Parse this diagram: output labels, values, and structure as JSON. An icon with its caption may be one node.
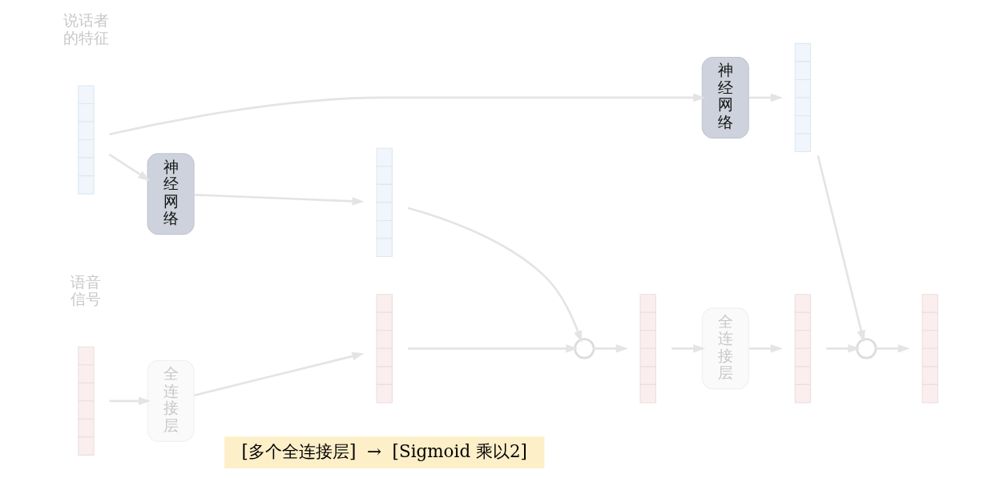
{
  "diagram": {
    "nodes": [
      {
        "text": [],
        "shape": "bar",
        "beside": [
          "语音信号"
        ]
      },
      {
        "text": [
          "全连接层"
        ]
      },
      {
        "text": [],
        "shape": "bar"
      },
      {
        "text": [],
        "shape": "circle"
      },
      {
        "text": [],
        "shape": "bar"
      },
      {
        "text": [
          "全连接层"
        ]
      },
      {
        "text": [],
        "shape": "bar"
      },
      {
        "text": [],
        "shape": "circle"
      },
      {
        "text": [],
        "shape": "bar"
      },
      {
        "text": [
          "[多个全连接层]  →  [Sigmoid 乘以2]"
        ]
      },
      {
        "text": [],
        "shape": "bar",
        "beside": [
          "说话者的特征"
        ]
      },
      {
        "text": [
          "神经网络"
        ]
      },
      {
        "text": [],
        "shape": "bar"
      },
      {
        "text": [
          "神经网络"
        ]
      },
      {
        "text": [],
        "shape": "bar"
      }
    ],
    "edges": [
      {
        "from": 0,
        "to": 1,
        "arrow": "to"
      },
      {
        "from": 1,
        "to": 2,
        "arrow": "to"
      },
      {
        "from": 2,
        "to": 3,
        "arrow": "to"
      },
      {
        "from": 3,
        "to": 4,
        "arrow": "to"
      },
      {
        "from": 4,
        "to": 5,
        "arrow": "to"
      },
      {
        "from": 5,
        "to": 6,
        "arrow": "to"
      },
      {
        "from": 6,
        "to": 7,
        "arrow": "to"
      },
      {
        "from": 7,
        "to": 8,
        "arrow": "to"
      },
      {
        "from": 10,
        "to": 11,
        "arrow": "to"
      },
      {
        "from": 11,
        "to": 12,
        "arrow": "to"
      },
      {
        "from": 12,
        "to": 3,
        "arrow": "to"
      },
      {
        "from": 10,
        "to": 13,
        "arrow": "to"
      },
      {
        "from": 13,
        "to": 14,
        "arrow": "to"
      },
      {
        "from": 14,
        "to": 7,
        "arrow": "to"
      }
    ]
  }
}
